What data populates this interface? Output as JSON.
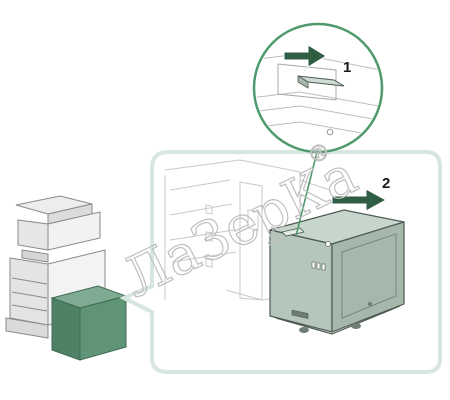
{
  "diagram": {
    "steps": [
      {
        "label": "1"
      },
      {
        "label": "2"
      }
    ],
    "watermark": {
      "text": "ЛаЗерКа",
      "mark": "®"
    },
    "colors": {
      "panel_outline": "#d7e7df",
      "unit_fill": "#b5c6bb",
      "unit_stroke": "#4d5a52",
      "highlight_fill": "#5f9476",
      "arrow_fill": "#2f5e45",
      "printer_fill": "#ededed",
      "printer_stroke": "#8a8a8a",
      "zoom_fill": "#ffffff",
      "zoom_stroke": "#4e9a6c"
    },
    "icons": [
      "arrow-right-icon",
      "zoom-lens-icon"
    ]
  }
}
